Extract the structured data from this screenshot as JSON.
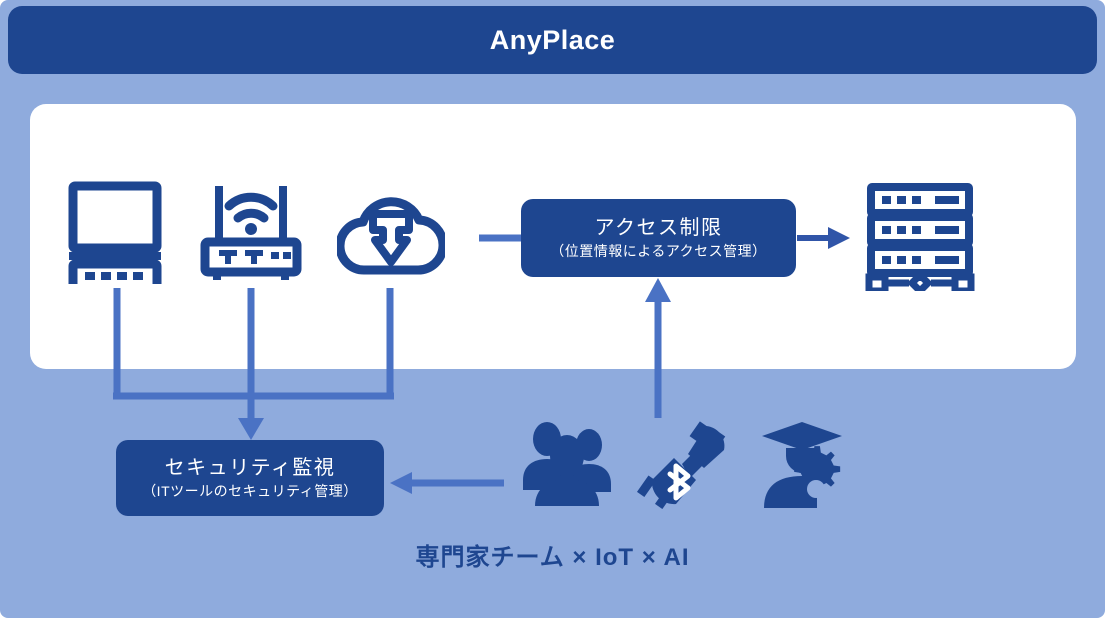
{
  "header": {
    "title": "AnyPlace"
  },
  "colors": {
    "brand_dark_blue": "#1e4690",
    "page_background": "#8fabdd",
    "panel_background": "#ffffff",
    "connector_blue": "#4a72c4",
    "icon_blue": "#1e4690"
  },
  "devices": [
    {
      "name": "laptop",
      "icon": "laptop-icon"
    },
    {
      "name": "wifi-router",
      "icon": "wifi-router-icon"
    },
    {
      "name": "cloud-download",
      "icon": "cloud-download-icon"
    }
  ],
  "server": {
    "icon": "server-rack-icon"
  },
  "access_box": {
    "title": "アクセス制限",
    "subtitle": "（位置情報によるアクセス管理）"
  },
  "security_box": {
    "title": "セキュリティ監視",
    "subtitle": "（ITツールのセキュリティ管理）"
  },
  "capability_icons": [
    {
      "name": "expert-team",
      "icon": "people-group-icon"
    },
    {
      "name": "iot",
      "icon": "bluetooth-plug-icon"
    },
    {
      "name": "ai",
      "icon": "graduate-gear-icon"
    }
  ],
  "bottom_caption": "専門家チーム × IoT × AI"
}
